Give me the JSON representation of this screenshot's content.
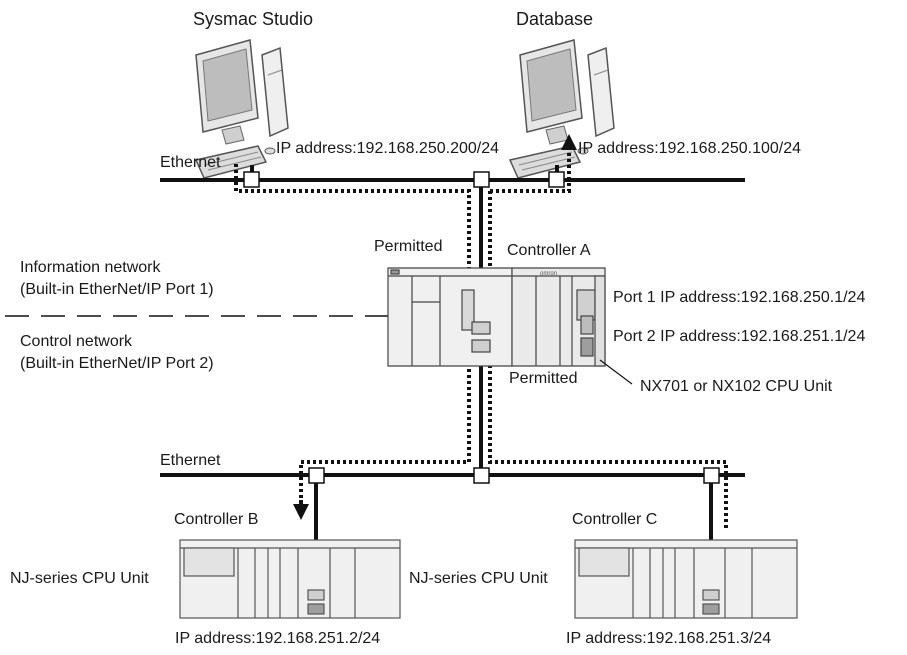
{
  "top_devices": {
    "sysmac": {
      "label": "Sysmac Studio",
      "ip": "IP address:192.168.250.200/24"
    },
    "database": {
      "label": "Database",
      "ip": "IP address:192.168.250.100/24"
    }
  },
  "networks": {
    "upper_ethernet": "Ethernet",
    "lower_ethernet": "Ethernet",
    "information": {
      "line1": "Information network",
      "line2": "(Built-in EtherNet/IP Port 1)"
    },
    "control": {
      "line1": "Control network",
      "line2": "(Built-in EtherNet/IP Port 2)"
    }
  },
  "controller_a": {
    "label": "Controller A",
    "permitted_top": "Permitted",
    "permitted_bottom": "Permitted",
    "port1": "Port 1 IP address:192.168.250.1/24",
    "port2": "Port 2 IP address:192.168.251.1/24",
    "unit": "NX701 or NX102 CPU Unit",
    "brand": "omron"
  },
  "controller_b": {
    "label": "Controller B",
    "unit": "NJ-series CPU Unit",
    "ip": "IP address:192.168.251.2/24"
  },
  "controller_c": {
    "label": "Controller C",
    "unit": "NJ-series CPU Unit",
    "ip": "IP address:192.168.251.3/24"
  }
}
